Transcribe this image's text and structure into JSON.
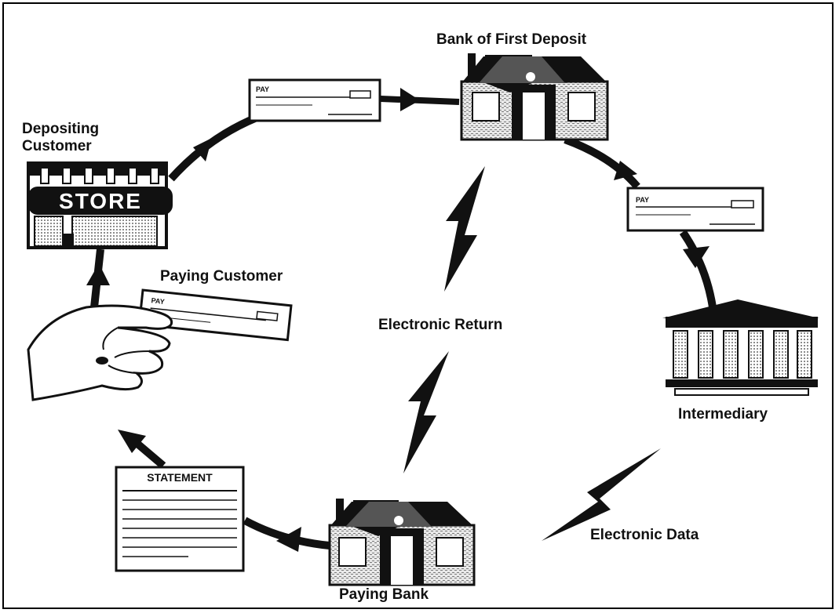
{
  "labels": {
    "bank_first_deposit": "Bank of First Deposit",
    "depositing_customer_line1": "Depositing",
    "depositing_customer_line2": "Customer",
    "paying_customer": "Paying Customer",
    "electronic_return": "Electronic Return",
    "intermediary": "Intermediary",
    "electronic_data": "Electronic Data",
    "paying_bank": "Paying Bank"
  },
  "icons": {
    "store_sign": "STORE",
    "statement_header": "STATEMENT",
    "check_pay": "PAY"
  },
  "colors": {
    "ink": "#111111",
    "paper": "#ffffff",
    "shade": "#9a9a9a"
  }
}
